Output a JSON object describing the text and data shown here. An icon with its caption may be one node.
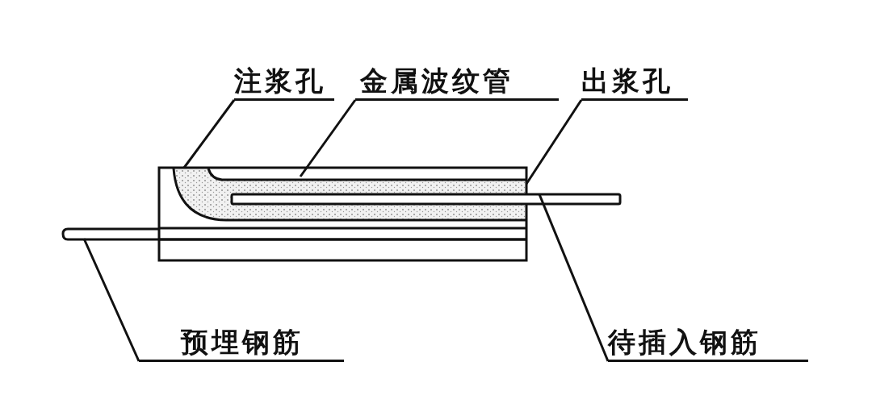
{
  "diagram": {
    "nodes": [
      {
        "text": [
          "注浆孔"
        ]
      },
      {
        "text": [
          "金属波纹管"
        ]
      },
      {
        "text": [
          "出浆孔"
        ]
      },
      {
        "text": [
          "预埋钢筋"
        ]
      },
      {
        "text": [
          "待插入钢筋"
        ]
      },
      {
        "text": [],
        "shape": "picture"
      }
    ],
    "edges": [
      {
        "from": 0,
        "to": 5,
        "arrow": "none"
      },
      {
        "from": 1,
        "to": 5,
        "arrow": "none"
      },
      {
        "from": 2,
        "to": 5,
        "arrow": "none"
      },
      {
        "from": 3,
        "to": 5,
        "arrow": "none"
      },
      {
        "from": 4,
        "to": 5,
        "arrow": "none"
      }
    ]
  }
}
